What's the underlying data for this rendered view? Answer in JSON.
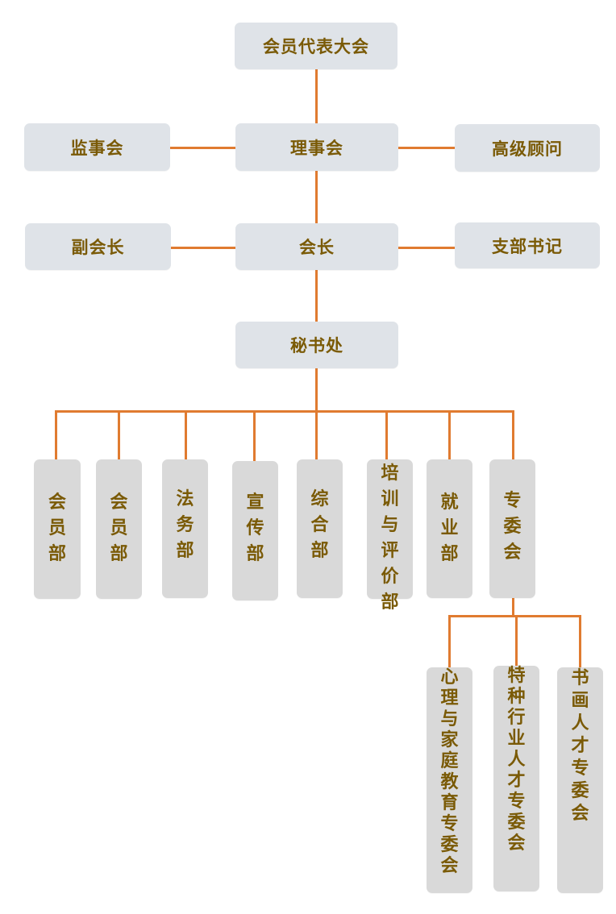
{
  "diagram": {
    "nodes": {
      "assembly": "会员代表大会",
      "council": "理事会",
      "supervisors": "监事会",
      "advisor": "高级顾问",
      "president": "会长",
      "vice_president": "副会长",
      "party_secretary": "支部书记",
      "secretariat": "秘书处",
      "departments": [
        "会员部",
        "会员部",
        "法务部",
        "宣传部",
        "综合部",
        "培训与评价部",
        "就业部",
        "专委会"
      ],
      "committees": [
        "心理与家庭教育专委会",
        "特种行业人才专委会",
        "书画人才专委会"
      ]
    },
    "colors": {
      "connector": "#e07b30",
      "box_fill": "#dfe3e8",
      "vertical_box_fill": "#d9d9d9",
      "text": "#7a5a06"
    }
  }
}
